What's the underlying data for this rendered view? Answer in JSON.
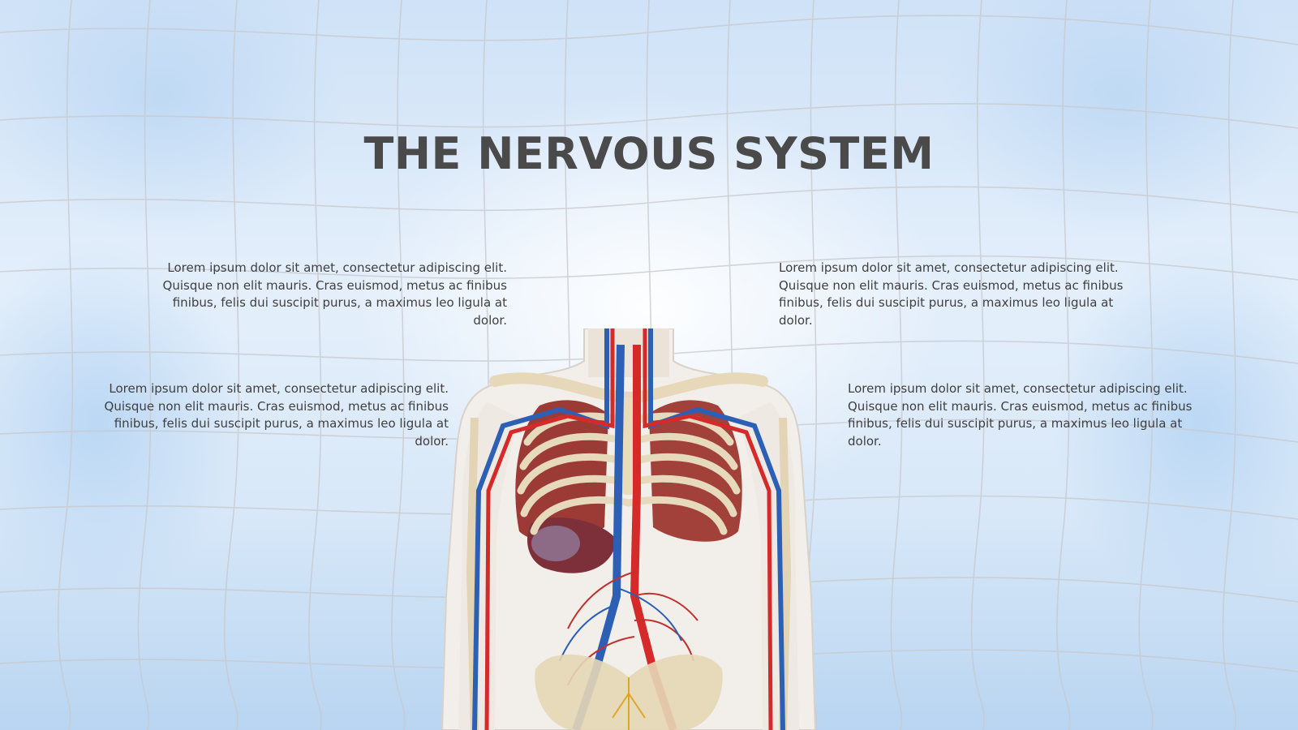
{
  "slide": {
    "title": "THE NERVOUS SYSTEM",
    "text_blocks": [
      {
        "text": "Lorem ipsum dolor sit amet, consectetur adipiscing elit. Quisque non elit mauris. Cras euismod, metus ac finibus finibus, felis dui suscipit purus, a maximus leo ligula at dolor.",
        "align": "right"
      },
      {
        "text": "Lorem ipsum dolor sit amet, consectetur adipiscing elit. Quisque non elit mauris. Cras euismod, metus ac finibus finibus, felis dui suscipit purus, a maximus leo ligula at dolor.",
        "align": "right"
      },
      {
        "text": "Lorem ipsum dolor sit amet, consectetur adipiscing elit. Quisque non elit mauris. Cras euismod, metus ac finibus finibus, felis dui suscipit purus, a maximus leo ligula at dolor.",
        "align": "left"
      },
      {
        "text": "Lorem ipsum dolor sit amet, consectetur adipiscing elit. Quisque non elit mauris. Cras euismod, metus ac finibus finibus, felis dui suscipit purus, a maximus leo ligula at dolor.",
        "align": "left"
      }
    ]
  },
  "colors": {
    "title": "#4a4a4a",
    "body_text": "#3f3f3f",
    "background": "#d6e6f8",
    "artery": "#d42a2a",
    "vein": "#2d5fb5",
    "bone": "#e8dcc0",
    "lung": "#9c3a35",
    "skin": "#f2eeea"
  },
  "illustration": {
    "subject": "human-torso-anatomy"
  }
}
